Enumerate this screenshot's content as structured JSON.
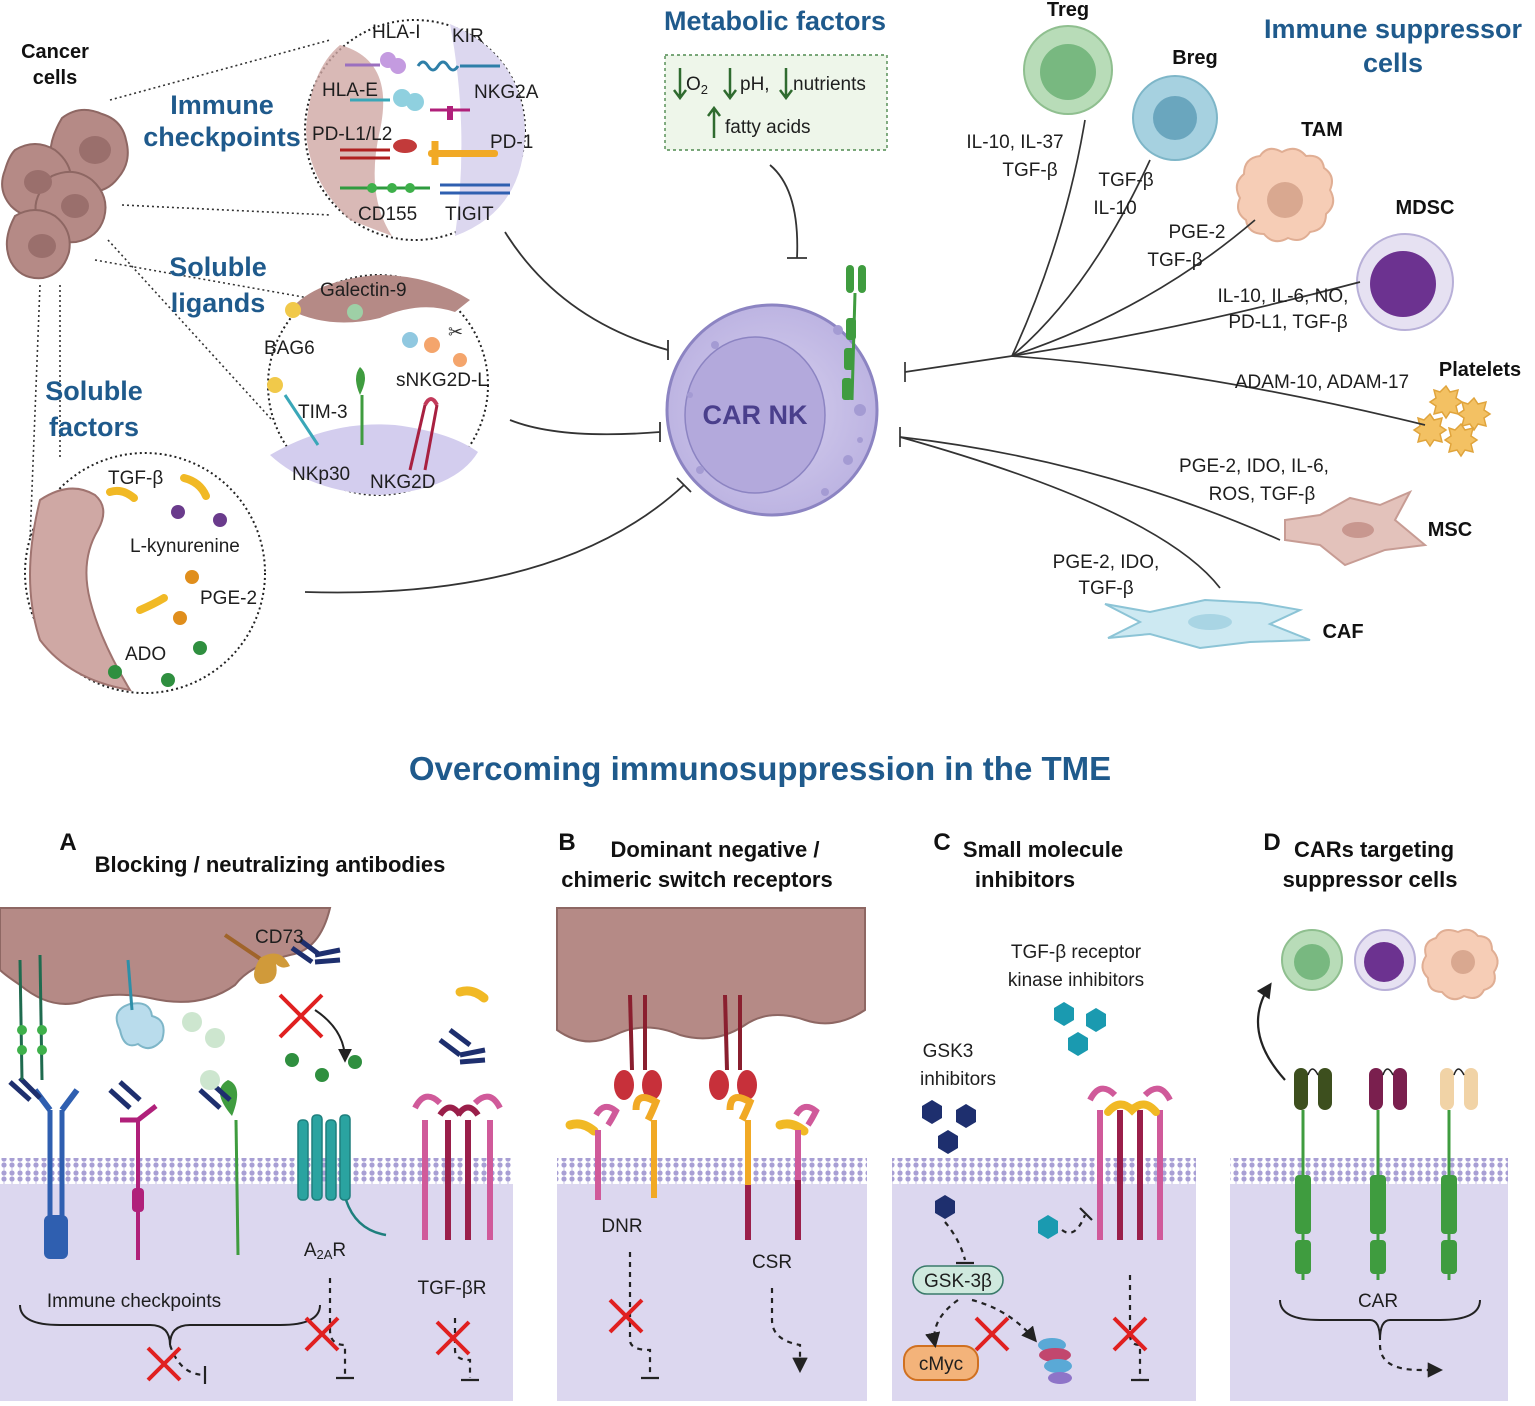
{
  "top": {
    "cancer_cells": [
      "Cancer",
      "cells"
    ],
    "immune_checkpoints": {
      "heading": [
        "Immune",
        "checkpoints"
      ],
      "labels": [
        "HLA-I",
        "KIR",
        "HLA-E",
        "NKG2A",
        "PD-L1/L2",
        "PD-1",
        "CD155",
        "TIGIT"
      ]
    },
    "soluble_ligands": {
      "heading": [
        "Soluble",
        "ligands"
      ],
      "labels": [
        "Galectin-9",
        "BAG6",
        "sNKG2D-L",
        "TIM-3",
        "NKp30",
        "NKG2D"
      ]
    },
    "soluble_factors": {
      "heading": [
        "Soluble",
        "factors"
      ],
      "labels": [
        "TGF-β",
        "L-kynurenine",
        "PGE-2",
        "ADO"
      ]
    },
    "metabolic": {
      "heading": "Metabolic factors",
      "o2": "O",
      "o2_sub": "2",
      "ph": "pH,",
      "nutrients": "nutrients",
      "fatty": "fatty acids"
    },
    "car_nk": "CAR NK",
    "suppressor": {
      "heading": [
        "Immune suppressor",
        "cells"
      ],
      "treg": "Treg",
      "breg": "Breg",
      "tam": "TAM",
      "mdsc": "MDSC",
      "platelets": "Platelets",
      "msc": "MSC",
      "caf": "CAF",
      "treg_f": [
        "IL-10, IL-37",
        "TGF-β"
      ],
      "breg_f": [
        "TGF-β",
        "IL-10"
      ],
      "tam_f": [
        "PGE-2",
        "TGF-β"
      ],
      "mdsc_f": [
        "IL-10, IL-6, NO,",
        "PD-L1, TGF-β"
      ],
      "plt_f": "ADAM-10, ADAM-17",
      "msc_f": [
        "PGE-2, IDO, IL-6,",
        "ROS, TGF-β"
      ],
      "caf_f": [
        "PGE-2, IDO,",
        "TGF-β"
      ]
    }
  },
  "title": "Overcoming immunosuppression in the TME",
  "panels": {
    "a": {
      "letter": "A",
      "heading": "Blocking / neutralizing antibodies",
      "cd73": "CD73",
      "checkpoints": "Immune checkpoints",
      "a2ar_main": "A",
      "a2ar_sub": "2A",
      "a2ar_end": "R",
      "tgfbr": "TGF-βR"
    },
    "b": {
      "letter": "B",
      "heading": [
        "Dominant negative /",
        "chimeric switch receptors"
      ],
      "dnr": "DNR",
      "csr": "CSR"
    },
    "c": {
      "letter": "C",
      "heading": [
        "Small molecule",
        "inhibitors"
      ],
      "tgfb_inh": [
        "TGF-β receptor",
        "kinase inhibitors"
      ],
      "gsk3_inh": [
        "GSK3",
        "inhibitors"
      ],
      "gsk3b": "GSK-3β",
      "cmyc": "cMyc"
    },
    "d": {
      "letter": "D",
      "heading": [
        "CARs targeting",
        "suppressor cells"
      ],
      "car": "CAR"
    }
  },
  "colors": {
    "title_blue": "#1f5a8c",
    "nk_purple": "#cfc8ea",
    "tumor_brown": "#b58a86",
    "membrane_purple": "#dcd7ef",
    "inhibit_red": "#e02020",
    "car_green": "#3f9c3f"
  }
}
